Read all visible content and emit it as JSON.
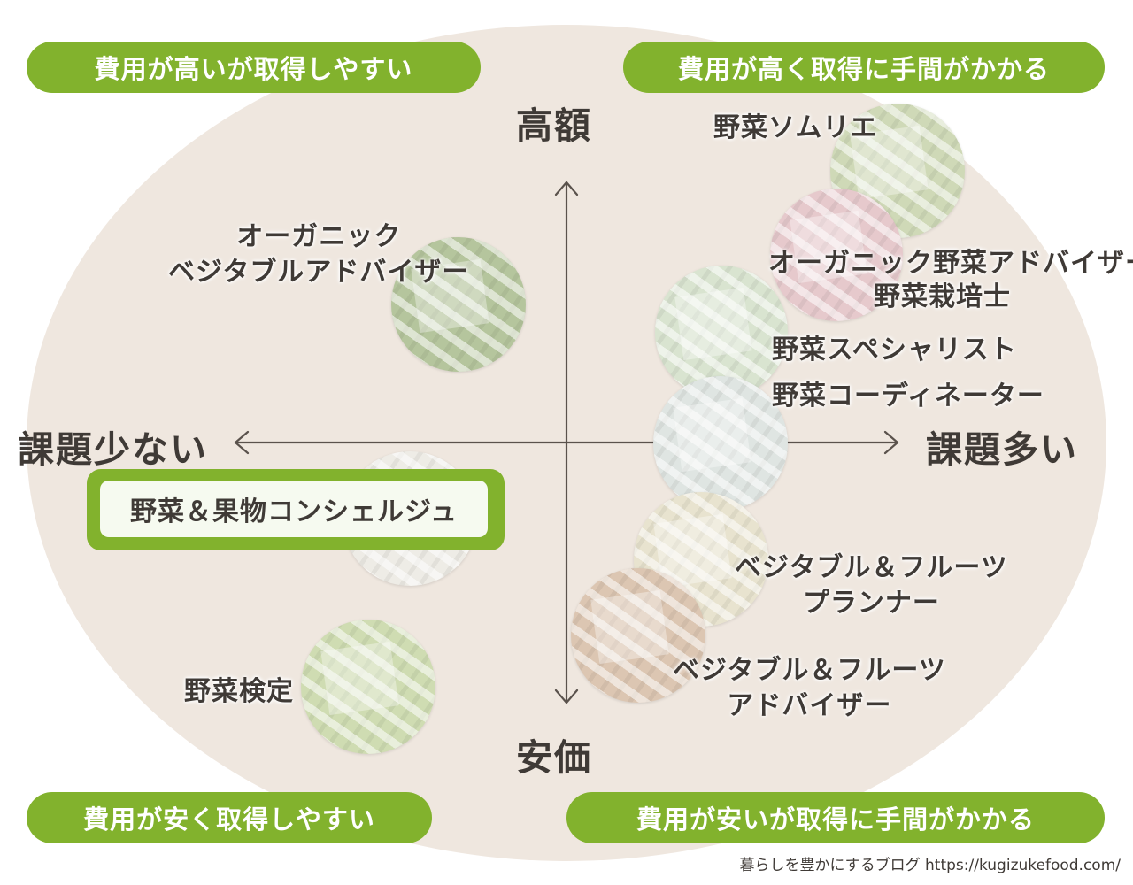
{
  "quadrants": {
    "top_left": "費用が高いが取得しやすい",
    "top_right": "費用が高く取得に手間がかかる",
    "bottom_left": "費用が安く取得しやすい",
    "bottom_right": "費用が安いが取得に手間がかかる"
  },
  "axes": {
    "top": "高額",
    "bottom": "安価",
    "left": "課題少ない",
    "right": "課題多い"
  },
  "certifications": {
    "vegetable_sommelier": "野菜ソムリエ",
    "organic_vegetable_advisor": "オーガニック野菜アドバイザー",
    "vegetable_cultivator": "野菜栽培士",
    "vegetable_specialist": "野菜スペシャリスト",
    "vegetable_coordinator": "野菜コーディネーター",
    "organic_vegetable_advisor_left": [
      "オーガニック",
      "ベジタブルアドバイザー"
    ],
    "vegetable_fruit_concierge": "野菜＆果物コンシェルジュ",
    "vegetable_fruit_planner": [
      "ベジタブル＆フルーツ",
      "プランナー"
    ],
    "vegetable_fruit_advisor": [
      "ベジタブル＆フルーツ",
      "アドバイザー"
    ],
    "vegetable_test": "野菜検定"
  },
  "footer": {
    "credit": "暮らしを豊かにするブログ https://kugizukefood.com/"
  },
  "colors": {
    "accent_green": "#82b22d",
    "background_ellipse": "#efe7df",
    "text": "#3f3a36"
  }
}
